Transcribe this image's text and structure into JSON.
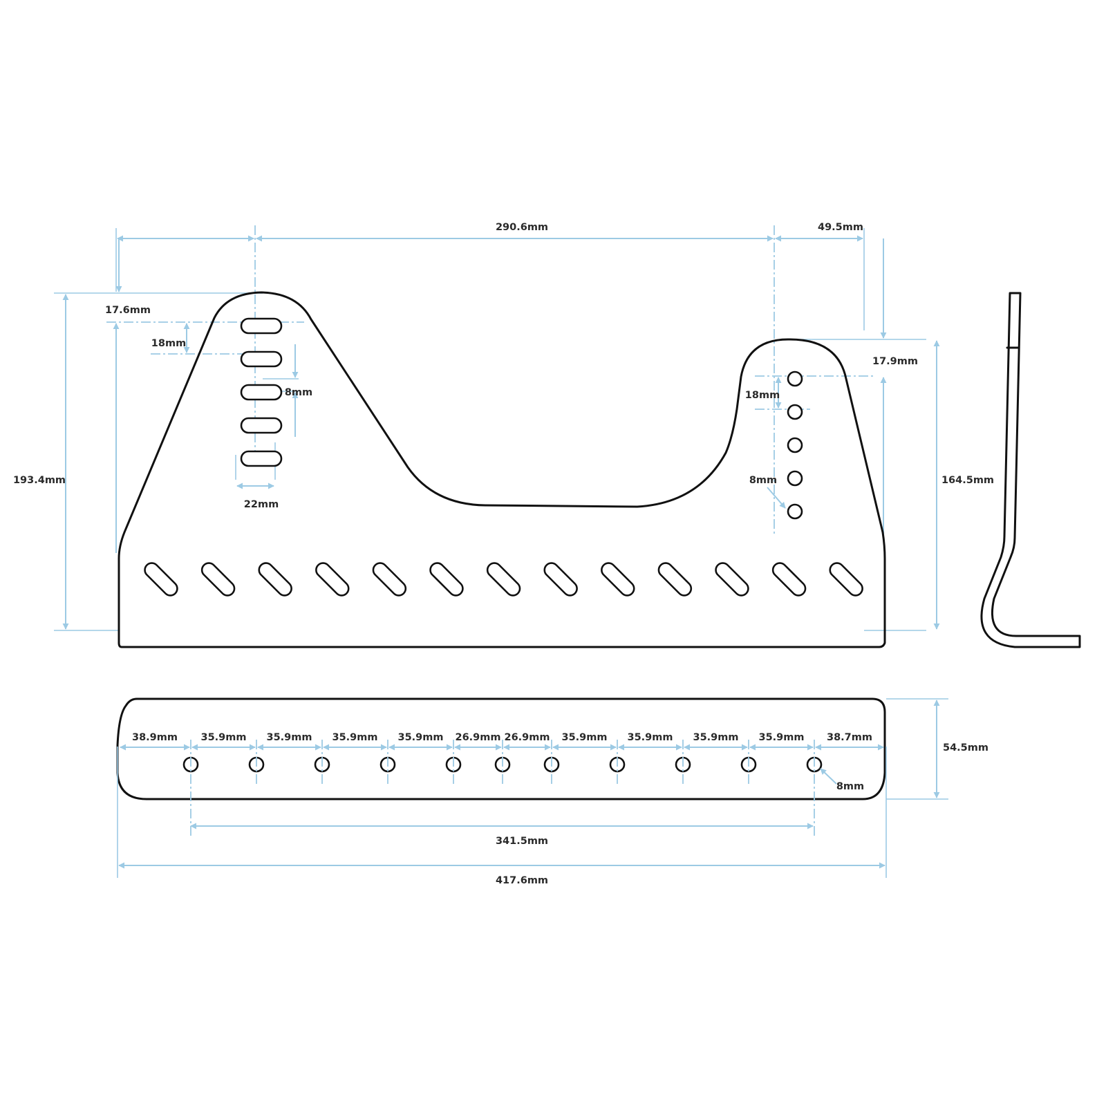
{
  "colors": {
    "outline": "#111111",
    "dimension": "#9ccae4",
    "label": "#2a2a2a",
    "background": "#ffffff"
  },
  "side_view": {
    "labels": {
      "top_left_span": "",
      "top_center_span": "290.6mm",
      "top_right_span": "49.5mm",
      "left_offset": "17.6mm",
      "slot_pitch": "18mm",
      "slot_height": "8mm",
      "slot_width": "22mm",
      "total_height": "193.4mm",
      "right_offset": "17.9mm",
      "hole_pitch": "18mm",
      "hole_diameter": "8mm",
      "right_height": "164.5mm"
    },
    "vertical_slots": 5,
    "right_holes": 5,
    "diagonal_slots": 13
  },
  "bottom_view": {
    "spacings": [
      "38.9mm",
      "35.9mm",
      "35.9mm",
      "35.9mm",
      "35.9mm",
      "26.9mm",
      "26.9mm",
      "35.9mm",
      "35.9mm",
      "35.9mm",
      "35.9mm",
      "38.7mm"
    ],
    "hole_count": 11,
    "hole_diameter": "8mm",
    "hole_span": "341.5mm",
    "total_length": "417.6mm",
    "width": "54.5mm"
  }
}
